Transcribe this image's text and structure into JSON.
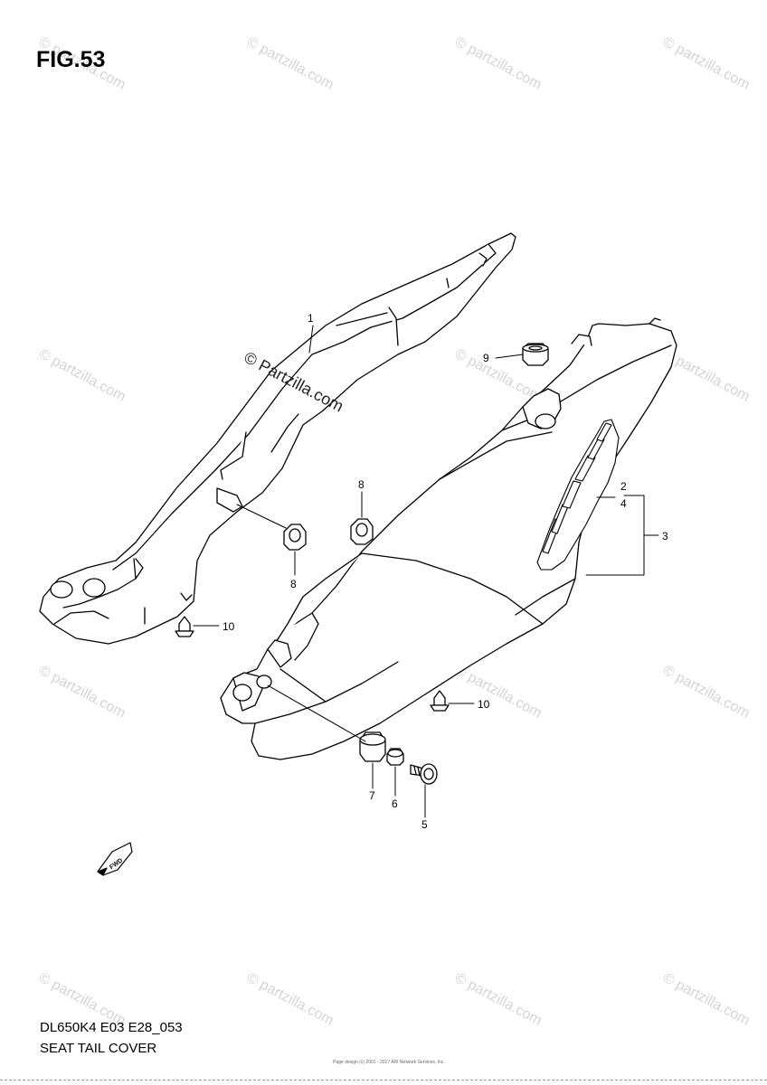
{
  "figure": {
    "title": "FIG.53",
    "code": "DL650K4 E03 E28_053",
    "name": "SEAT TAIL COVER",
    "credit": "Page design (c) 2001 - 2017 ARI Network Services, Inc."
  },
  "watermark": {
    "text": "© partzilla.com",
    "center_text": "© Partzilla.com"
  },
  "fwd_label": "FWD",
  "callouts": [
    "1",
    "2",
    "3",
    "4",
    "5",
    "6",
    "7",
    "8",
    "8",
    "9",
    "10",
    "10"
  ]
}
